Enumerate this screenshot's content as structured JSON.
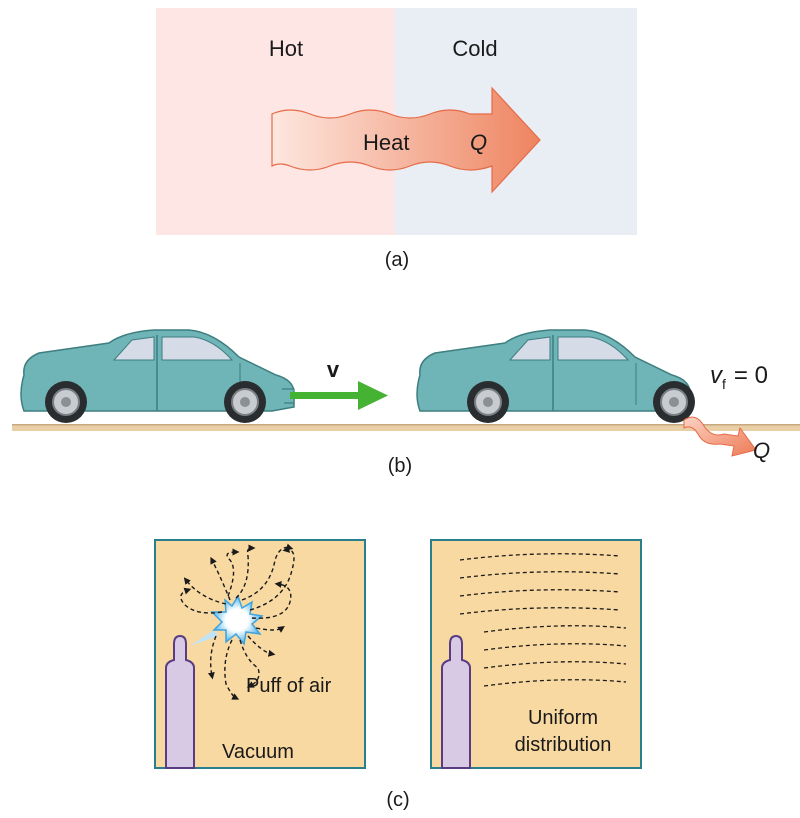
{
  "panel_a": {
    "hot_label": "Hot",
    "cold_label": "Cold",
    "arrow_label": "Heat",
    "arrow_symbol": "Q",
    "caption": "(a)",
    "colors": {
      "hot_bg": "#fde6e4",
      "cold_bg": "#e9eef4",
      "arrow_fill": "#f2a183",
      "arrow_stroke": "#e45a3a"
    }
  },
  "panel_b": {
    "velocity_label": "v",
    "final_velocity_symbol": "v",
    "final_velocity_subscript": "f",
    "final_velocity_value": "= 0",
    "heat_symbol": "Q",
    "caption": "(b)",
    "colors": {
      "car_body": "#6fb4b6",
      "car_window": "#d6dbe8",
      "ground": "#e9cfa6",
      "velocity_arrow": "#45b234"
    }
  },
  "panel_c": {
    "left": {
      "puff_label": "Puff of air",
      "region_label": "Vacuum"
    },
    "right": {
      "label_line1": "Uniform",
      "label_line2": "distribution"
    },
    "caption": "(c)",
    "colors": {
      "box_bg": "#f8d9a2",
      "cylinder": "#d8c9e4",
      "cylinder_stroke": "#5a3c82",
      "puff": "#45aee6"
    }
  }
}
